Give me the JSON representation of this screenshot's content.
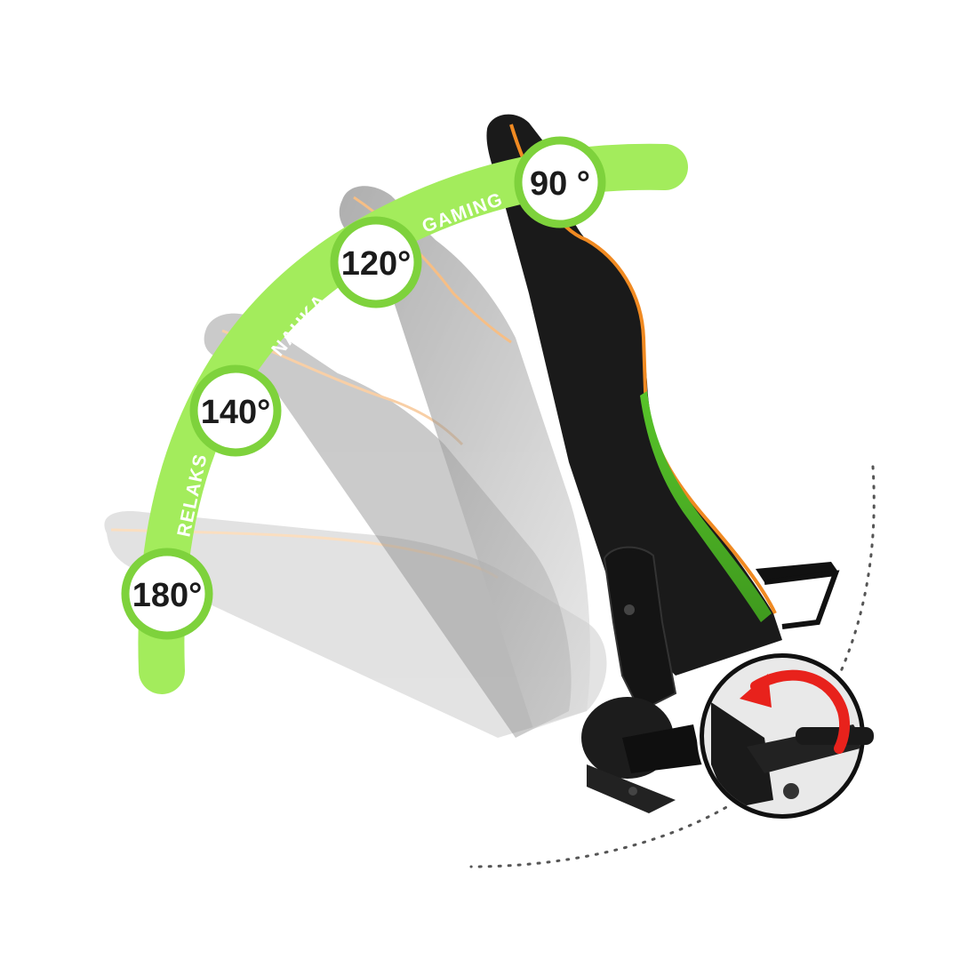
{
  "colors": {
    "arc": "#a3ec5c",
    "badge_ring": "#7ed23c",
    "badge_fill": "#ffffff",
    "chair_body": "#1a1a1a",
    "piping": "#f08a22",
    "accent_green": "#5fd42a",
    "arrow": "#e8221c"
  },
  "positions": [
    {
      "label": "90 °"
    },
    {
      "label": "120°"
    },
    {
      "label": "140°"
    },
    {
      "label": "180°"
    }
  ],
  "modes": [
    {
      "label": "GAMING"
    },
    {
      "label": "NAUKA"
    },
    {
      "label": "RELAKS"
    }
  ],
  "icons": {
    "lever": "recline-lever-icon",
    "arrow": "rotate-arrow-icon"
  }
}
